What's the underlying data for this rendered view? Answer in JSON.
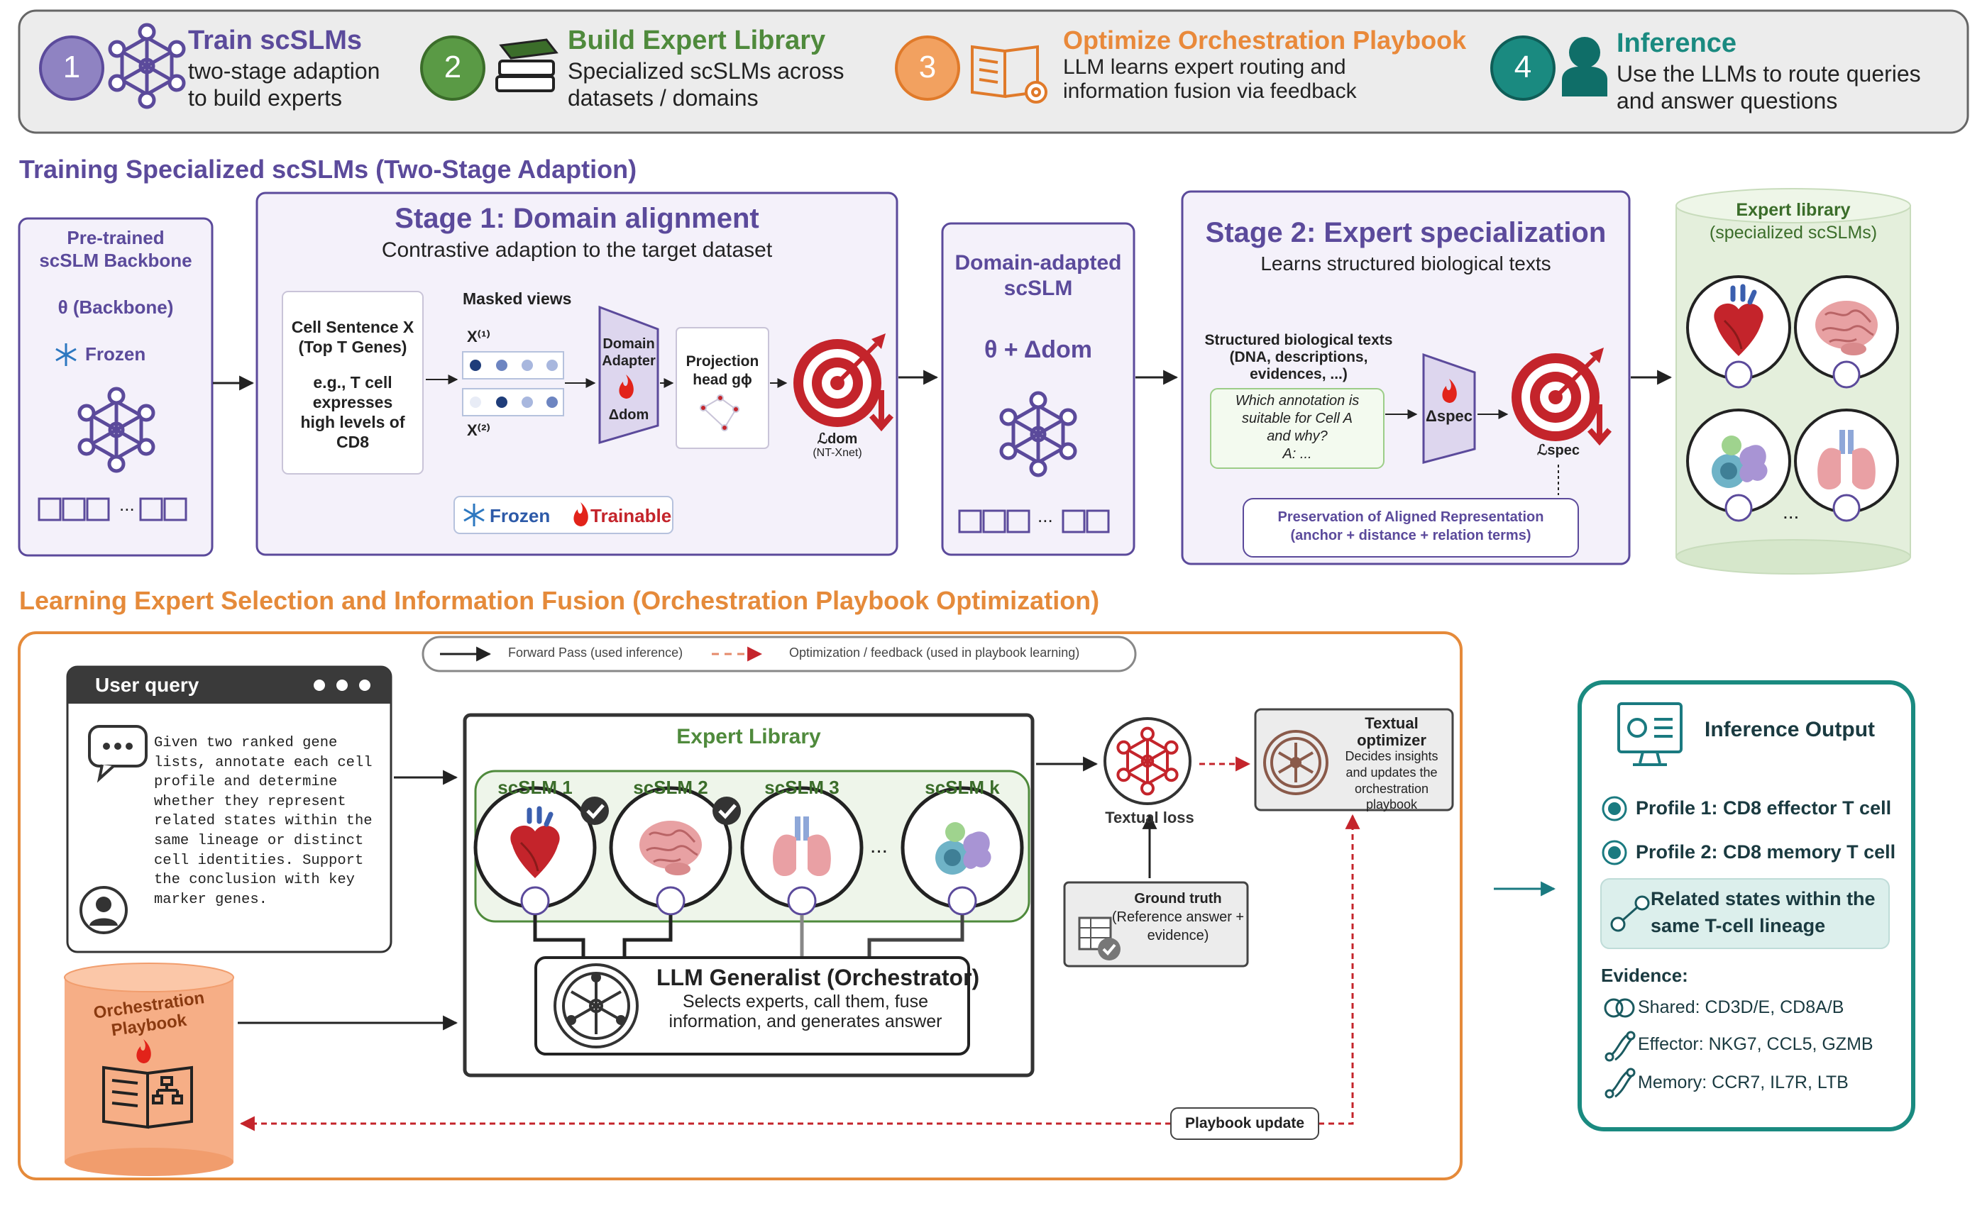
{
  "steps": [
    {
      "num": "1",
      "title": "Train scSLMs",
      "desc1": "two-stage adaption",
      "desc2": "to build experts",
      "color": "#6a5aa8"
    },
    {
      "num": "2",
      "title": "Build Expert Library",
      "desc1": "Specialized scSLMs across",
      "desc2": "datasets / domains",
      "color": "#4f8a3c"
    },
    {
      "num": "3",
      "title": "Optimize Orchestration Playbook",
      "desc1": "LLM learns expert routing and",
      "desc2": "information fusion via feedback",
      "color": "#e9893a"
    },
    {
      "num": "4",
      "title": "Inference",
      "desc1": "Use the LLMs to route queries",
      "desc2": "and answer questions",
      "color": "#1a8a80"
    }
  ],
  "training": {
    "heading": "Training Specialized scSLMs (Two-Stage Adaption)",
    "backbone": {
      "title1": "Pre-trained",
      "title2": "scSLM Backbone",
      "theta": "θ (Backbone)",
      "frozen": "Frozen",
      "dots": "..."
    },
    "stage1": {
      "title": "Stage 1: Domain alignment",
      "subtitle": "Contrastive adaption to the target dataset",
      "cell_sentence_l1": "Cell Sentence X",
      "cell_sentence_l2": "(Top T Genes)",
      "example_l1": "e.g., T cell",
      "example_l2": "expresses",
      "example_l3": "high levels of",
      "example_l4": "CD8",
      "masked_views": "Masked views",
      "x1": "X⁽¹⁾",
      "x2": "X⁽²⁾",
      "adapter_l1": "Domain",
      "adapter_l2": "Adapter",
      "adapter_delta": "Δdom",
      "proj_l1": "Projection",
      "proj_l2": "head gϕ",
      "loss": "ℒdom",
      "loss_sub": "(NT-Xnet)",
      "legend_frozen": "Frozen",
      "legend_trainable": "Trainable"
    },
    "domain_adapted": {
      "title1": "Domain-adapted",
      "title2": "scSLM",
      "formula": "θ + Δdom",
      "dots": "..."
    },
    "stage2": {
      "title": "Stage 2: Expert specialization",
      "subtitle": "Learns structured biological texts",
      "texts_l1": "Structured biological texts",
      "texts_l2": "(DNA, descriptions,",
      "texts_l3": "evidences, ...)",
      "q_l1": "Which annotation is",
      "q_l2": "suitable for Cell A",
      "q_l3": "and why?",
      "q_l4": "A: ...",
      "delta": "Δspec",
      "loss": "ℒspec",
      "pres_l1": "Preservation of Aligned Representation",
      "pres_l2": "(anchor + distance + relation terms)"
    },
    "library": {
      "title1": "Expert library",
      "title2": "(specialized scSLMs)",
      "dots": "..."
    }
  },
  "orchestration": {
    "heading": "Learning Expert Selection and Information Fusion (Orchestration Playbook Optimization)",
    "legend_forward": "Forward Pass (used inference)",
    "legend_feedback": "Optimization / feedback (used in playbook learning)",
    "user_query_title": "User query",
    "query_text": [
      "Given two ranked gene",
      "lists, annotate each cell",
      "profile and determine",
      "whether they represent",
      "related states within the",
      "same lineage or distinct",
      "cell identities. Support",
      "the conclusion with key",
      "marker genes."
    ],
    "playbook_l1": "Orchestration",
    "playbook_l2": "Playbook",
    "expert_library": "Expert Library",
    "experts": [
      "scSLM 1",
      "scSLM 2",
      "scSLM 3",
      "scSLM k"
    ],
    "expert_dots": "...",
    "llm_title": "LLM Generalist (Orchestrator)",
    "llm_desc1": "Selects experts, call them, fuse",
    "llm_desc2": "information, and generates answer",
    "textual_loss": "Textual loss",
    "optimizer_l1": "Textual",
    "optimizer_l2": "optimizer",
    "optimizer_d1": "Decides insights",
    "optimizer_d2": "and updates the",
    "optimizer_d3": "orchestration",
    "optimizer_d4": "playbook",
    "gt_l1": "Ground truth",
    "gt_l2": "(Reference answer +",
    "gt_l3": "evidence)",
    "playbook_update": "Playbook update"
  },
  "output": {
    "title": "Inference Output",
    "profile1": "Profile 1: CD8 effector T cell",
    "profile2": "Profile 2: CD8 memory T cell",
    "related_l1": "Related states within the",
    "related_l2": "same T-cell lineage",
    "evidence_label": "Evidence:",
    "shared": "Shared: CD3D/E, CD8A/B",
    "effector": "Effector: NKG7, CCL5, GZMB",
    "memory": "Memory: CCR7, IL7R, LTB"
  },
  "colors": {
    "purple": "#5b4a9b",
    "purple_bg": "#f4f1fa",
    "orange": "#e58a3a",
    "green": "#4f8a3c",
    "teal": "#1a8a80",
    "red": "#c4242b"
  }
}
